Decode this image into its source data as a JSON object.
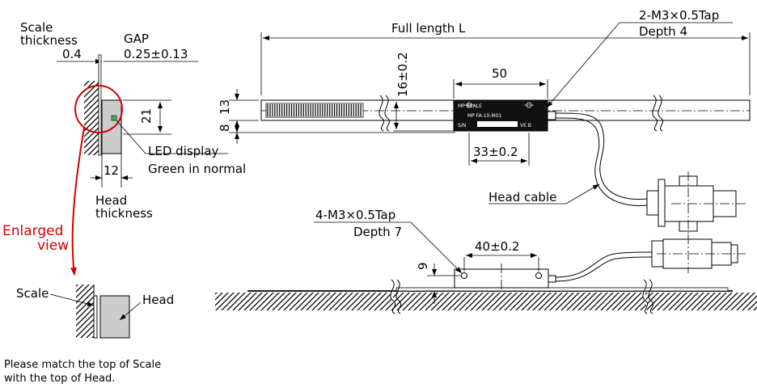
{
  "side_view": {
    "scale_thickness": {
      "label": "Scale\nthickness",
      "value": "0.4"
    },
    "gap": {
      "label": "GAP",
      "value": "0.25±0.13"
    },
    "height_dim": "21",
    "head_thickness_dim": "12",
    "head_thickness_label": "Head\nthickness",
    "led_label_1": "LED display",
    "led_label_2": "Green in normal",
    "enlarged_label": "Enlarged\nview",
    "accent_color": "#d40000"
  },
  "enlarged": {
    "scale_label": "Scale",
    "head_label": "Head",
    "note_line_1": "Please match the top of Scale",
    "note_line_2": "with the top of Head."
  },
  "front_view": {
    "full_length_label": "Full length L",
    "tap_top_line_1": "2-M3×0.5Tap",
    "tap_top_line_2": "Depth 4",
    "dim_8": "8",
    "dim_13": "13",
    "dim_16": "16±0.2",
    "dim_50": "50",
    "dim_33": "33±0.2",
    "head_cable_label": "Head cable",
    "head_brand": "MP SCALE",
    "head_model": "MP FA-10-M01",
    "head_sn": "S/N",
    "head_ver": "VE.B"
  },
  "bottom_view": {
    "tap_line_1": "4-M3×0.5Tap",
    "tap_line_2": "Depth 7",
    "dim_40": "40±0.2",
    "dim_9": "9"
  }
}
